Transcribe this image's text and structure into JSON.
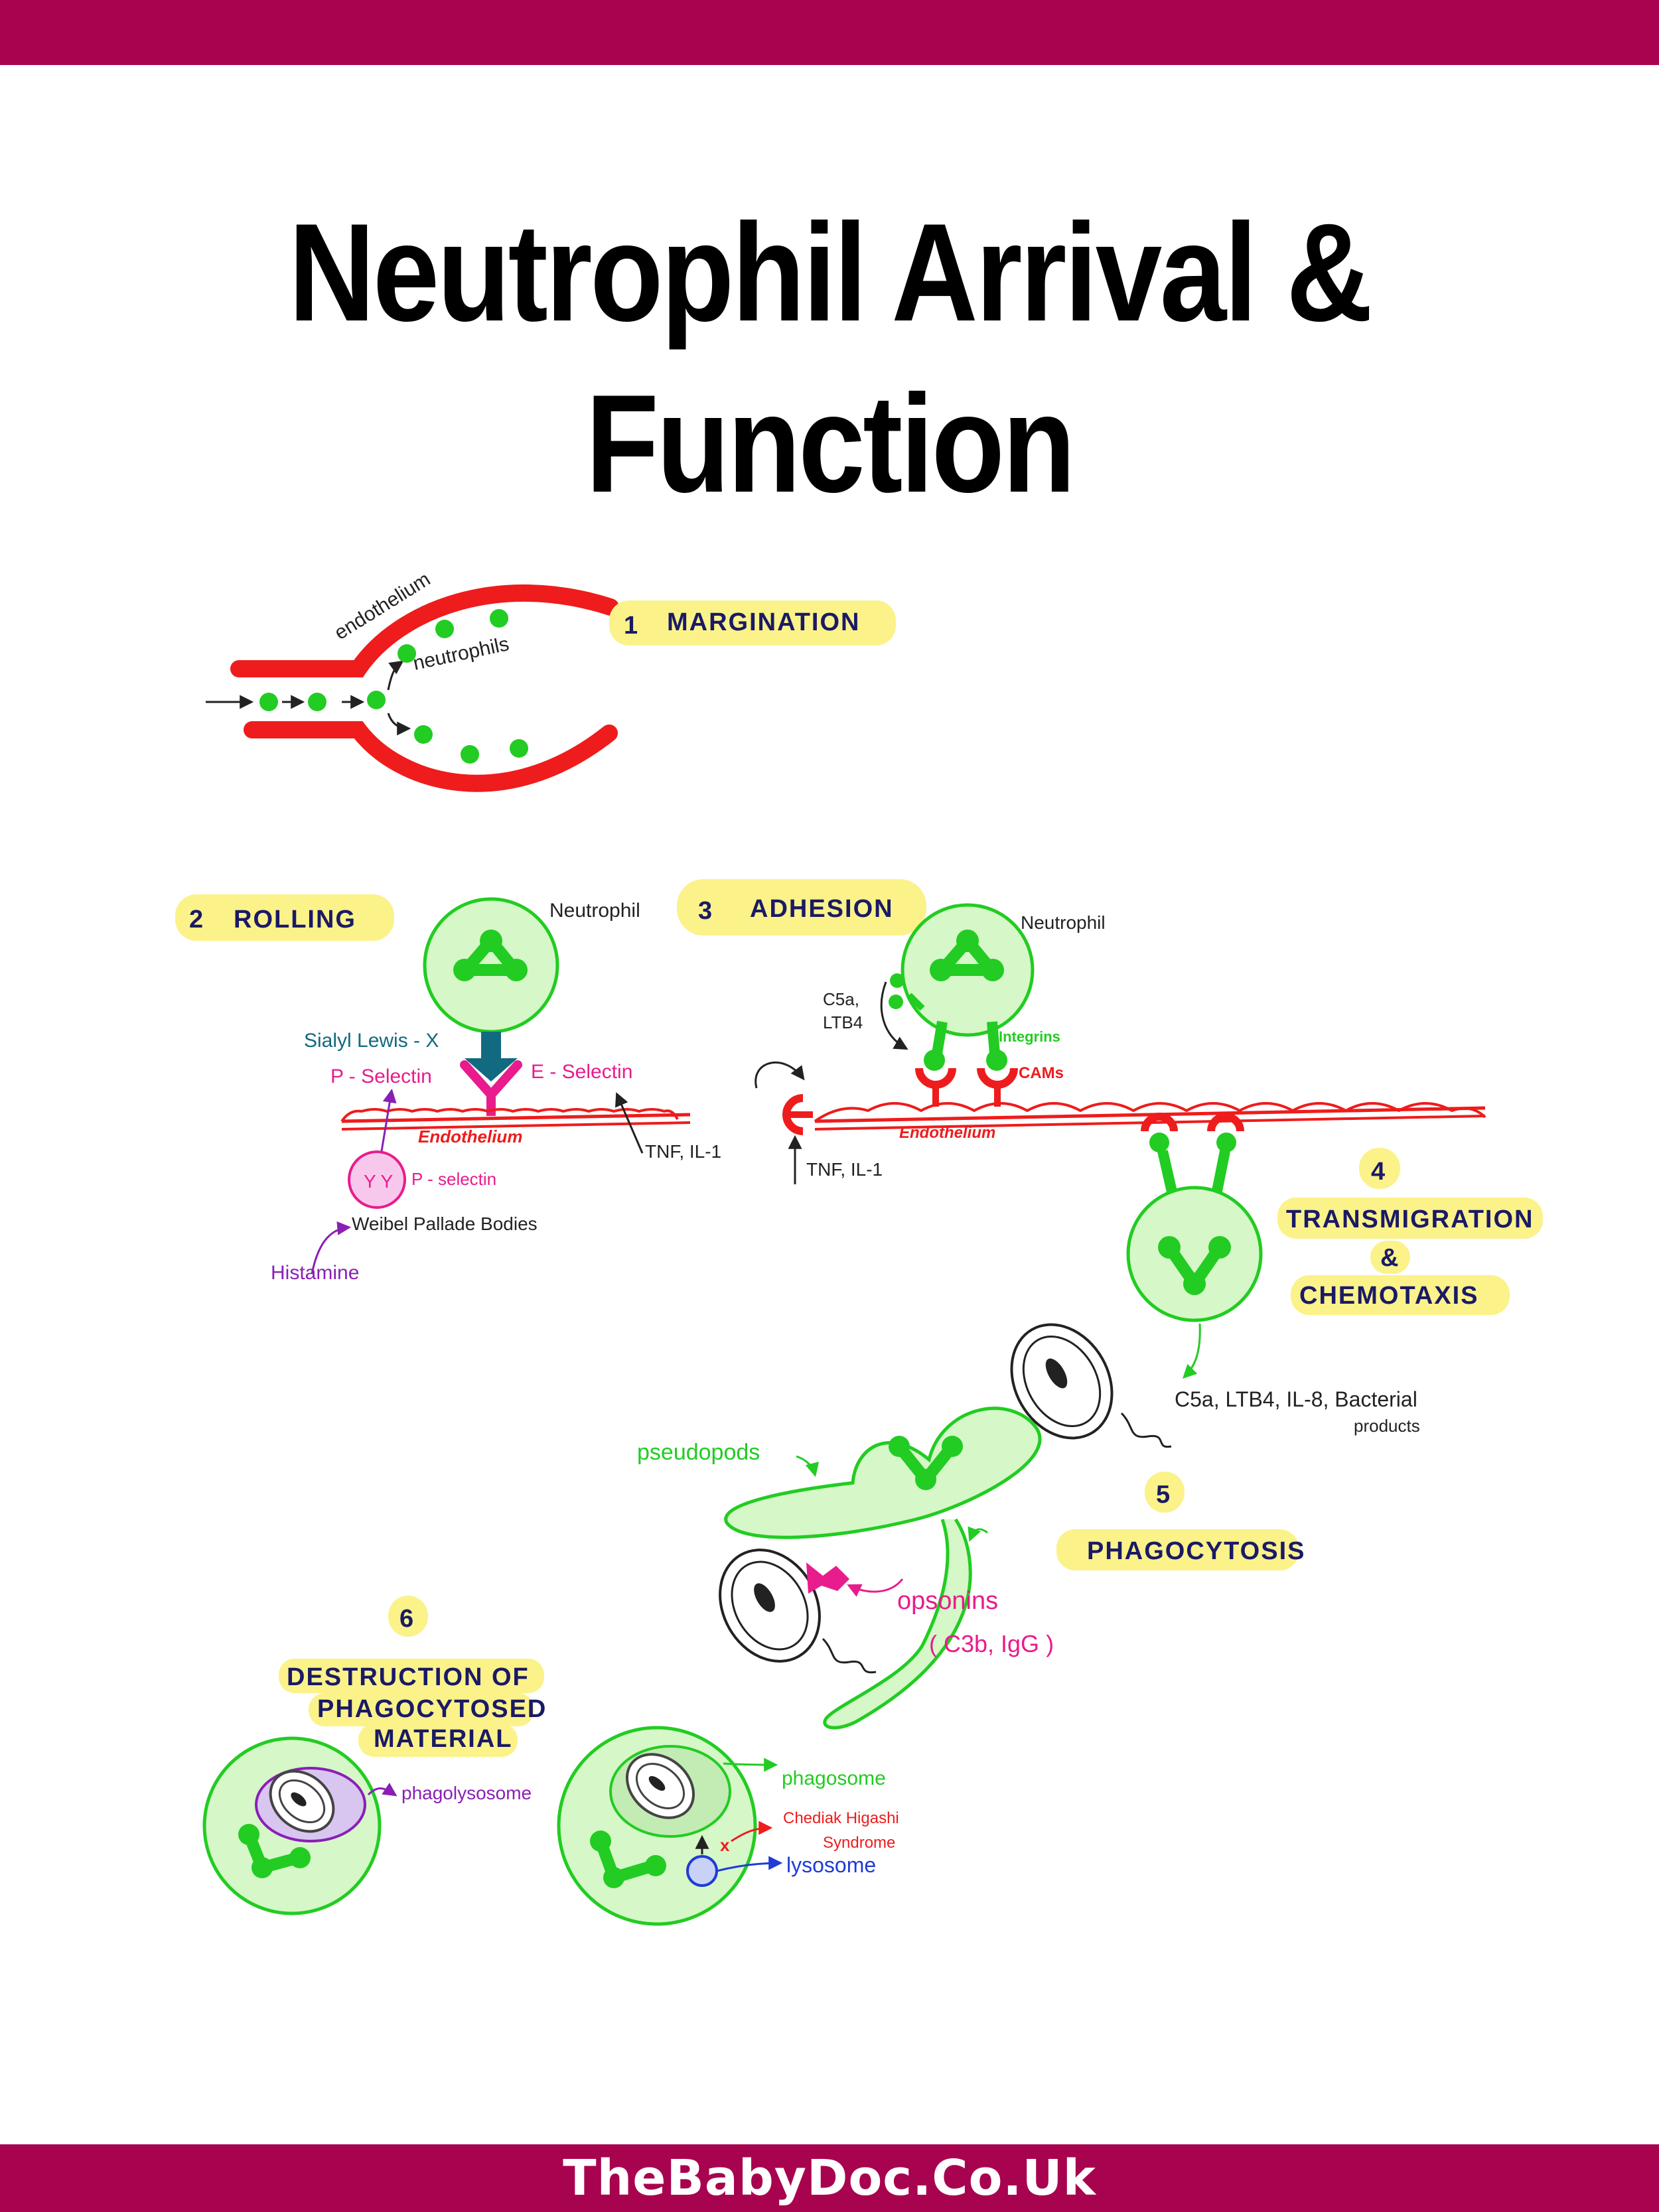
{
  "header": {
    "title_line1": "Neutrophil Arrival &",
    "title_line2": "Function"
  },
  "footer": {
    "site": "TheBabyDoc.Co.Uk"
  },
  "colors": {
    "brand": "#a8034f",
    "vessel": "#ee1c1c",
    "neutrophil": "#22cc22",
    "cell_fill": "#d6f7c8",
    "highlight": "#fbf28a",
    "selectin": "#e81c8c",
    "histamine": "#8a1fb5",
    "sialyl": "#116a80",
    "lysosome": "#1f3bd6"
  },
  "step1": {
    "number": "1",
    "title": "MARGINATION",
    "endothelium": "endothelium",
    "neutrophils": "neutrophils"
  },
  "step2": {
    "number": "2",
    "title": "ROLLING",
    "neutrophil": "Neutrophil",
    "sialyl": "Sialyl Lewis - X",
    "p_selectin": "P - Selectin",
    "e_selectin": "E - Selectin",
    "endothelium": "Endothelium",
    "tnf": "TNF, IL-1",
    "p_selectin_small": "P - selectin",
    "weibel": "Weibel Pallade Bodies",
    "histamine": "Histamine",
    "yy": "Y Y"
  },
  "step3": {
    "number": "3",
    "title": "ADHESION",
    "neutrophil": "Neutrophil",
    "c5a": "C5a,",
    "ltb4": "LTB4",
    "integrins": "Integrins",
    "cams": "CAMs",
    "endothelium": "Endothelium",
    "tnf": "TNF, IL-1"
  },
  "step4": {
    "number": "4",
    "title_line1": "TRANSMIGRATION",
    "title_line2": "&",
    "title_line3": "CHEMOTAXIS",
    "chemo_line1": "C5a, LTB4, IL-8, Bacterial",
    "chemo_line2": "products"
  },
  "step5": {
    "number": "5",
    "title": "PHAGOCYTOSIS",
    "pseudopods": "pseudopods",
    "opsonins": "opsonins",
    "opsonins_examples": "( C3b, IgG )"
  },
  "step6": {
    "number": "6",
    "title_line1": "DESTRUCTION OF",
    "title_line2": "PHAGOCYTOSED",
    "title_line3": "MATERIAL",
    "phagolysosome": "phagolysosome",
    "phagosome": "phagosome",
    "chediak_line1": "Chediak Higashi",
    "chediak_line2": "Syndrome",
    "lysosome": "lysosome",
    "x_mark": "x"
  }
}
